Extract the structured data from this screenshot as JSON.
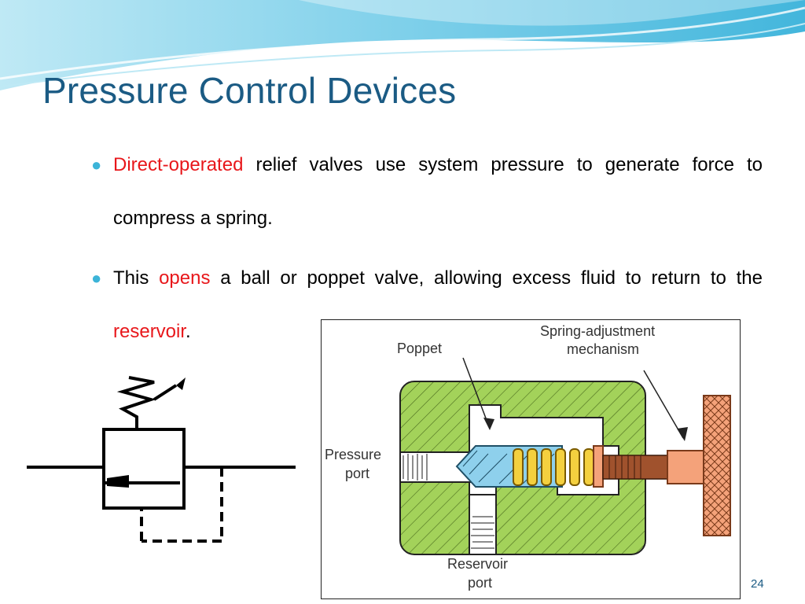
{
  "slide": {
    "title": "Pressure Control Devices",
    "page_number": "24"
  },
  "bullets": [
    {
      "highlight": "Direct-operated",
      "text": " relief valves use system pressure to generate force to compress a spring."
    },
    {
      "pre": "This ",
      "highlight1": "opens",
      "mid": " a ball or poppet valve, allowing excess fluid to return to the ",
      "highlight2": "reservoir",
      "post": "."
    }
  ],
  "diagram": {
    "labels": {
      "poppet": "Poppet",
      "spring_adjust_1": "Spring-adjustment",
      "spring_adjust_2": "mechanism",
      "pressure_1": "Pressure",
      "pressure_2": "port",
      "reservoir_1": "Reservoir",
      "reservoir_2": "port"
    }
  },
  "colors": {
    "title": "#1b5b84",
    "highlight": "#e8171b",
    "bullet_dot": "#3cb4d8",
    "body_green": "#a3d25a",
    "poppet_blue": "#8ed0ec",
    "spring_yellow": "#f4d03f",
    "knob_orange": "#f4a27a",
    "screw_brown": "#a0522d"
  }
}
